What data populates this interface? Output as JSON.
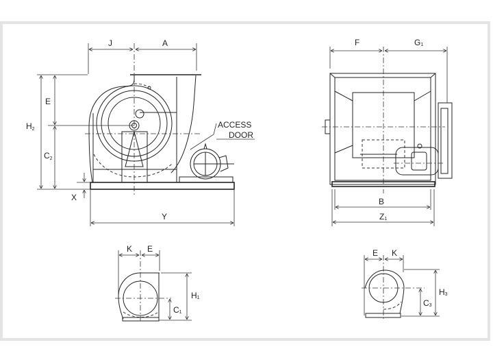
{
  "side_view": {
    "dims": {
      "J": "J",
      "A": "A",
      "E": "E",
      "H2": "H",
      "H2_sub": "2",
      "C2": "C",
      "C2_sub": "2",
      "X": "X",
      "Y": "Y"
    },
    "callout_line1": "ACCESS",
    "callout_line2": "DOOR"
  },
  "front_view": {
    "dims": {
      "F": "F",
      "G1": "G",
      "G1_sub": "1",
      "B": "B",
      "Z1": "Z",
      "Z1_sub": "1"
    }
  },
  "small_view_left": {
    "dims": {
      "K": "K",
      "E": "E",
      "H1": "H",
      "H1_sub": "1",
      "C1": "C",
      "C1_sub": "1"
    }
  },
  "small_view_right": {
    "dims": {
      "E": "E",
      "K": "K",
      "H3": "H",
      "H3_sub": "3",
      "C3": "C",
      "C3_sub": "3"
    }
  }
}
